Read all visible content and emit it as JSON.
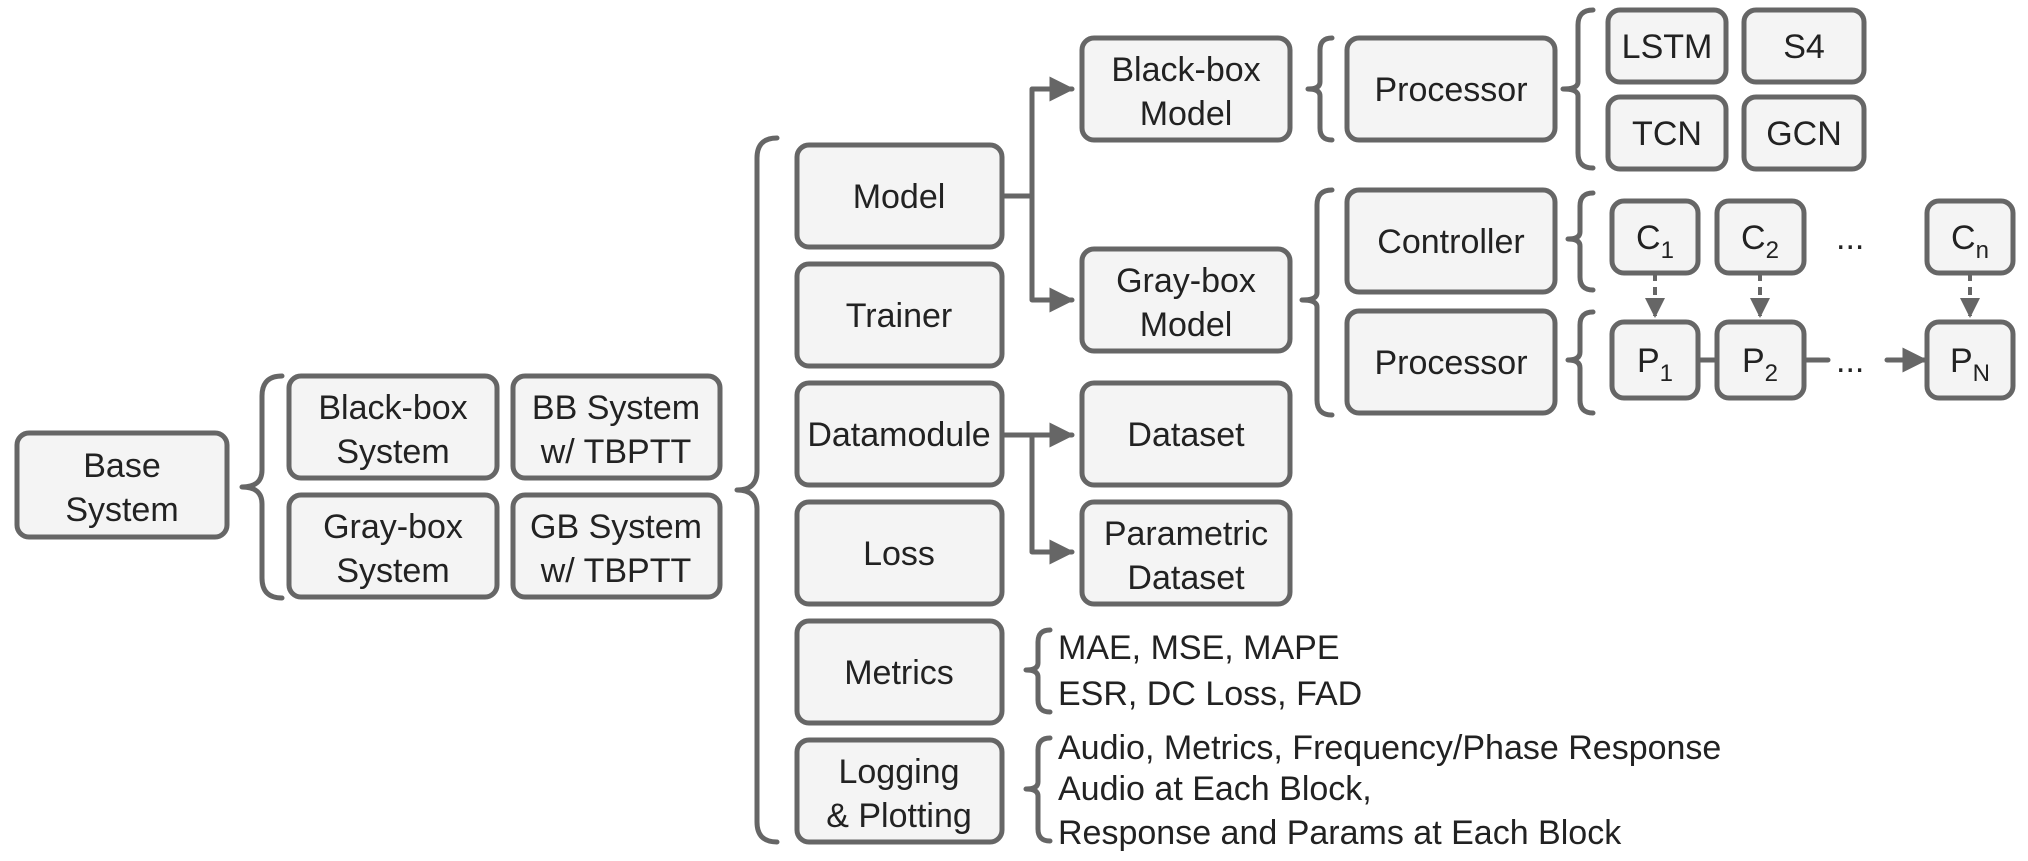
{
  "nodes": {
    "base_system": [
      "Base",
      "System"
    ],
    "bb_system": [
      "Black-box",
      "System"
    ],
    "gb_system": [
      "Gray-box",
      "System"
    ],
    "bb_tbptt": [
      "BB System",
      "w/ TBPTT"
    ],
    "gb_tbptt": [
      "GB System",
      "w/ TBPTT"
    ],
    "model": "Model",
    "trainer": "Trainer",
    "datamodule": "Datamodule",
    "loss": "Loss",
    "metrics": "Metrics",
    "logging": [
      "Logging",
      "& Plotting"
    ],
    "bb_model": [
      "Black-box",
      "Model"
    ],
    "gb_model": [
      "Gray-box",
      "Model"
    ],
    "dataset": "Dataset",
    "param_dataset": [
      "Parametric",
      "Dataset"
    ],
    "processor_bb": "Processor",
    "controller": "Controller",
    "processor_gb": "Processor",
    "lstm": "LSTM",
    "s4": "S4",
    "tcn": "TCN",
    "gcn": "GCN",
    "c1": {
      "base": "C",
      "sub": "1"
    },
    "c2": {
      "base": "C",
      "sub": "2"
    },
    "cn": {
      "base": "C",
      "sub": "n"
    },
    "p1": {
      "base": "P",
      "sub": "1"
    },
    "p2": {
      "base": "P",
      "sub": "2"
    },
    "pn": {
      "base": "P",
      "sub": "N"
    }
  },
  "ellipsis": "...",
  "metrics_list": [
    "MAE, MSE, MAPE",
    "ESR, DC Loss, FAD"
  ],
  "logging_list": [
    "Audio, Metrics, Frequency/Phase Response",
    "Audio at Each Block,",
    "Response and Params at Each Block"
  ],
  "colors": {
    "box_fill": "#f4f4f4",
    "stroke": "#666666",
    "text": "#222222"
  }
}
